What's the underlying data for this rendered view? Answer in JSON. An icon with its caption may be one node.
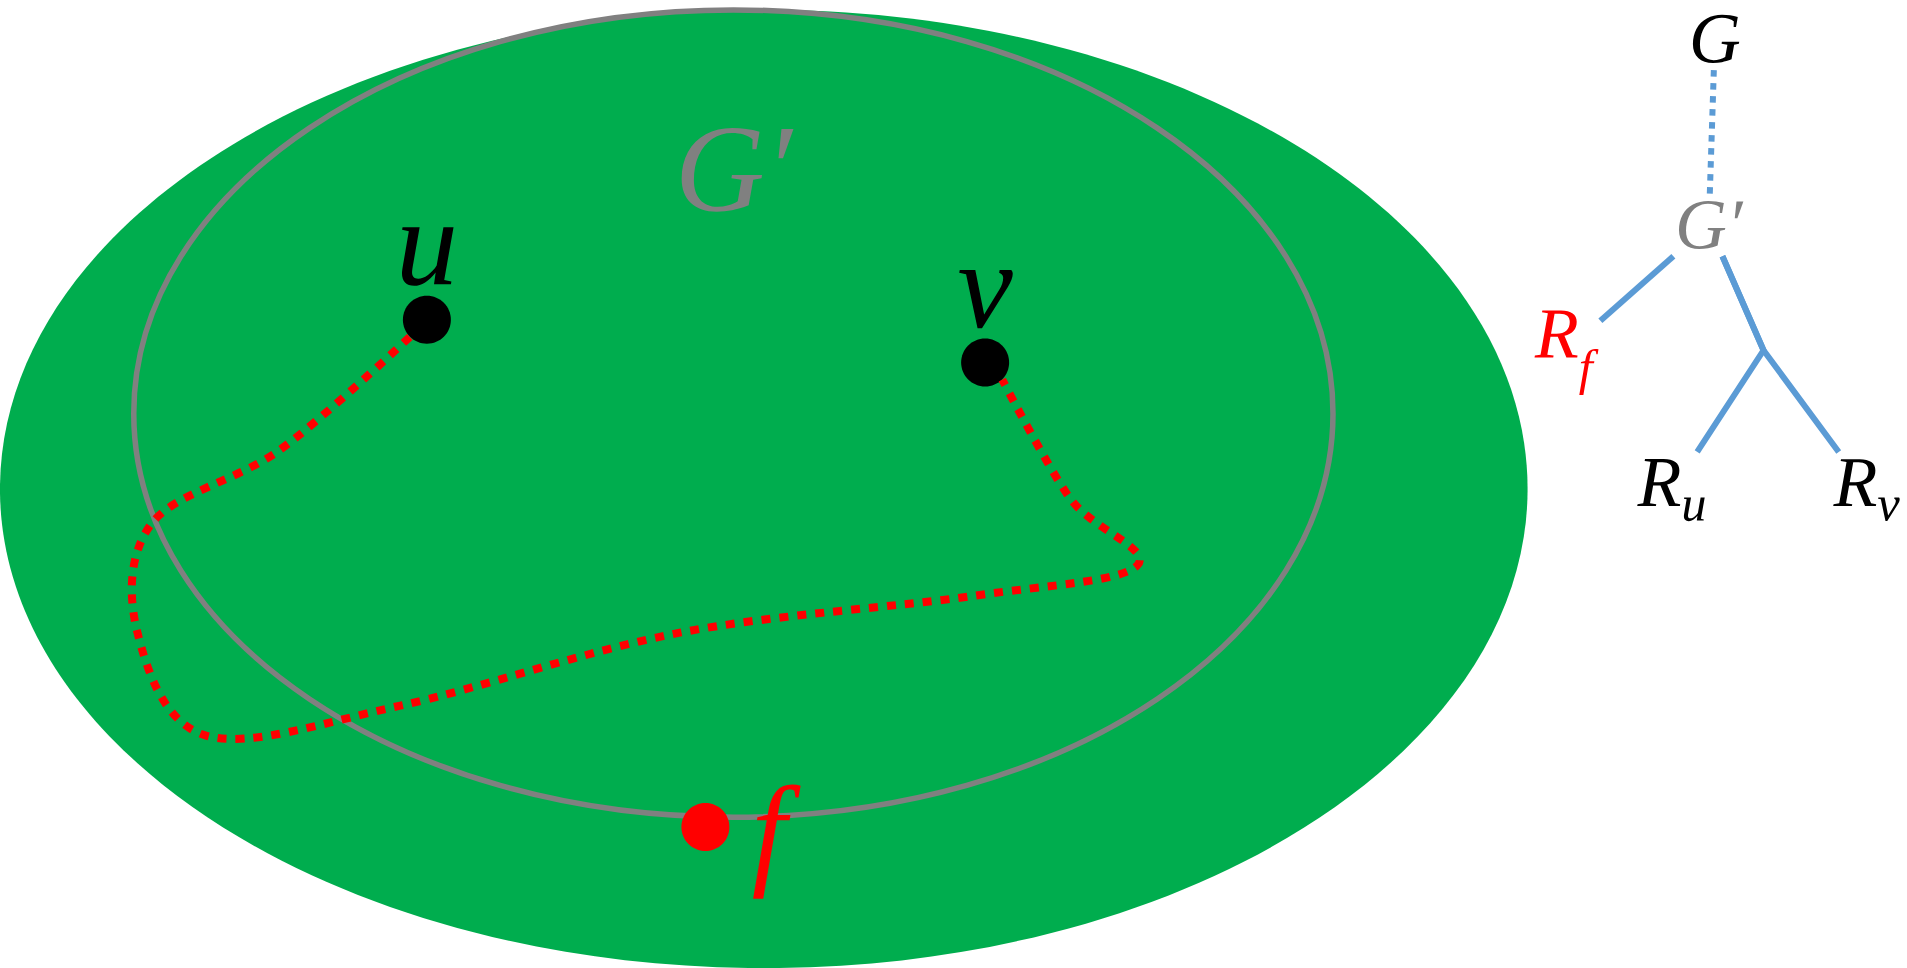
{
  "diagram": {
    "nodes": [
      {
        "text": [],
        "shape": "ellipse"
      },
      {
        "text": [
          "G′"
        ],
        "in": 0
      },
      {
        "text": [],
        "shape": "circle",
        "beside": [
          "u"
        ],
        "in": 1
      },
      {
        "text": [],
        "shape": "circle",
        "beside": [
          "v"
        ],
        "in": 1
      },
      {
        "text": [],
        "shape": "circle",
        "beside": [
          "f"
        ],
        "in": 0
      },
      {
        "text": [
          "G"
        ]
      },
      {
        "text": [
          "G′"
        ]
      },
      {
        "text": [
          "R$_{f}$"
        ]
      },
      {
        "text": [
          "R$_{u}$"
        ]
      },
      {
        "text": [
          "R$_{v}$"
        ]
      }
    ],
    "edges": [
      {
        "from": 2,
        "to": 3,
        "arrow": "none",
        "style": "dashed",
        "color": "#ff0000"
      },
      {
        "from": 5,
        "to": 6,
        "arrow": "none",
        "style": "dashed"
      },
      {
        "from": 6,
        "to": 7,
        "arrow": "none"
      },
      {
        "from": 6,
        "to": 8,
        "arrow": "none"
      },
      {
        "from": 6,
        "to": 9,
        "arrow": "none"
      }
    ]
  }
}
